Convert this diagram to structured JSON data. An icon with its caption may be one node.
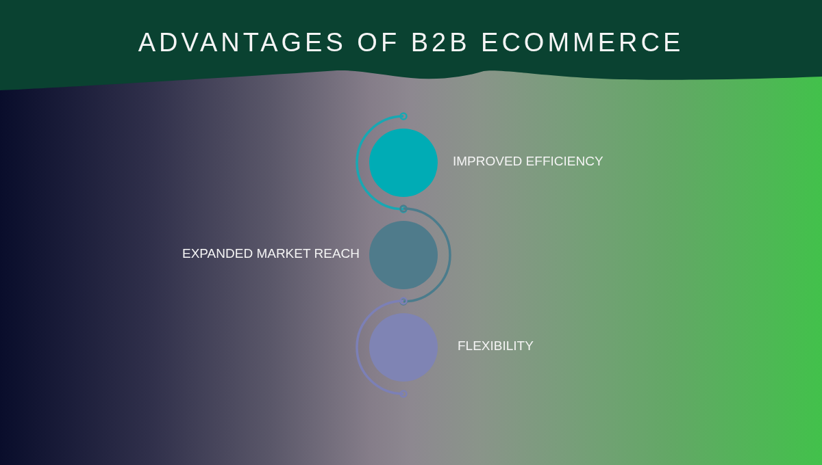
{
  "diagram": {
    "title": "ADVANTAGES OF B2B ECOMMERCE",
    "nodes": [
      {
        "text": [],
        "shape": "circle",
        "beside": [
          "IMPROVED EFFICIENCY"
        ]
      },
      {
        "text": [],
        "shape": "circle",
        "beside": [
          "EXPANDED MARKET REACH"
        ]
      },
      {
        "text": [],
        "shape": "circle",
        "beside": [
          "FLEXIBILITY"
        ]
      }
    ],
    "edges": []
  }
}
